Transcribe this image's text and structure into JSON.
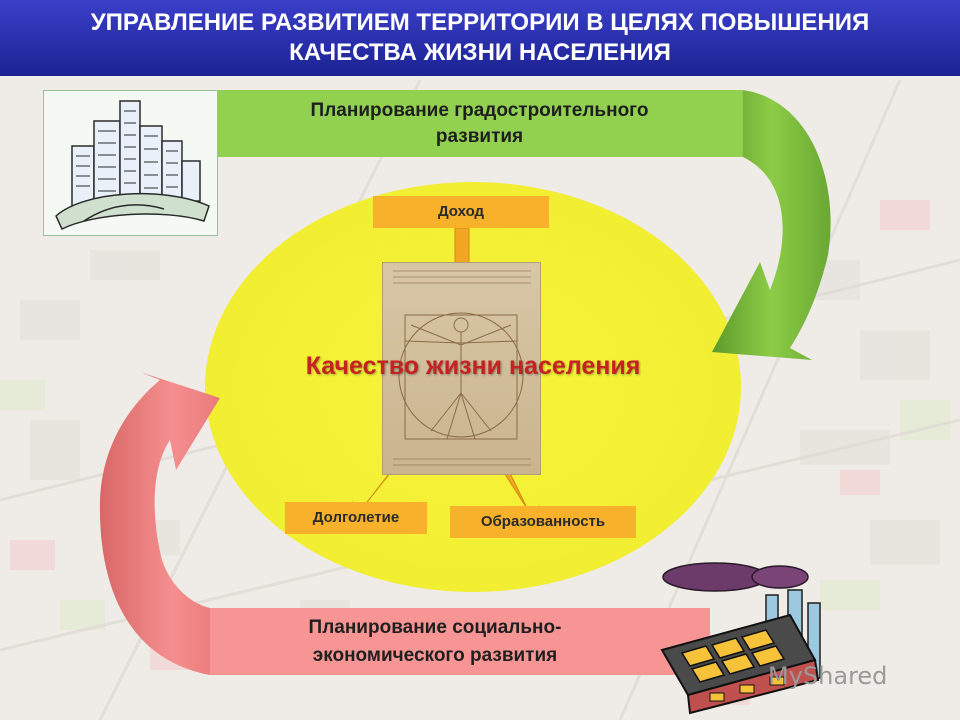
{
  "header": {
    "line1": "УПРАВЛЕНИЕ РАЗВИТИЕМ ТЕРРИТОРИИ В ЦЕЛЯХ ПОВЫШЕНИЯ",
    "line2": "КАЧЕСТВА ЖИЗНИ НАСЕЛЕНИЯ"
  },
  "top_plan": {
    "line1": "Планирование градостроительного",
    "line2": "развития"
  },
  "bottom_plan": {
    "line1": "Планирование социально-",
    "line2": "экономического развития"
  },
  "center": {
    "title": "Качество жизни населения"
  },
  "factors": {
    "income": "Доход",
    "longevity": "Долголетие",
    "education": "Образованность"
  },
  "watermark": "MyShared",
  "colors": {
    "header": "#2a31b0",
    "top_plan": "#92d050",
    "bottom_plan": "#f79494",
    "ellipse": "#f3ef34",
    "factor_box": "#f7b12a",
    "title_text": "#c62222"
  },
  "icons": [
    "city-illustration",
    "factory-illustration",
    "vitruvian-man-image"
  ]
}
